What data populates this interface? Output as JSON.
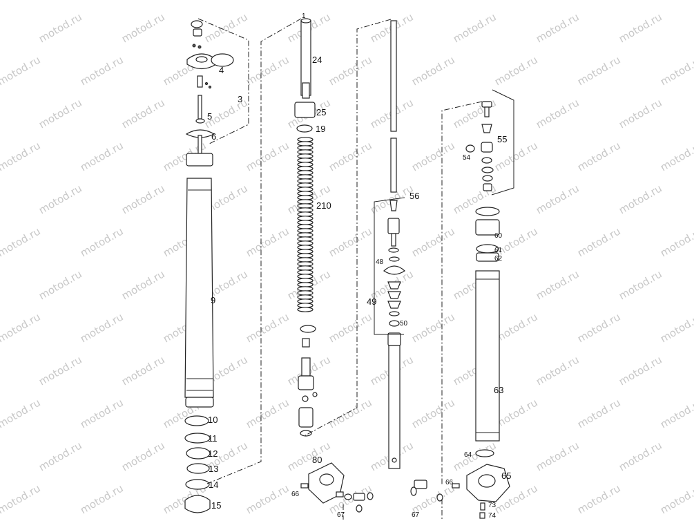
{
  "watermark": "motod.ru",
  "labels": {
    "l1": "1",
    "l3": "3",
    "l4": "4",
    "l5": "5",
    "l6": "6",
    "l9": "9",
    "l10": "10",
    "l11": "11",
    "l12": "12",
    "l13": "13",
    "l14": "14",
    "l15": "15",
    "l19": "19",
    "l24": "24",
    "l25": "25",
    "l210": "210",
    "l48": "48",
    "l49": "49",
    "l50": "50",
    "l54": "54",
    "l55": "55",
    "l56": "56",
    "l60": "60",
    "l61": "61",
    "l62": "62",
    "l63": "63",
    "l64": "64",
    "l65": "65",
    "l66a": "66",
    "l66b": "66",
    "l67a": "67",
    "l67b": "67",
    "l73": "73",
    "l74": "74",
    "l80": "80"
  }
}
